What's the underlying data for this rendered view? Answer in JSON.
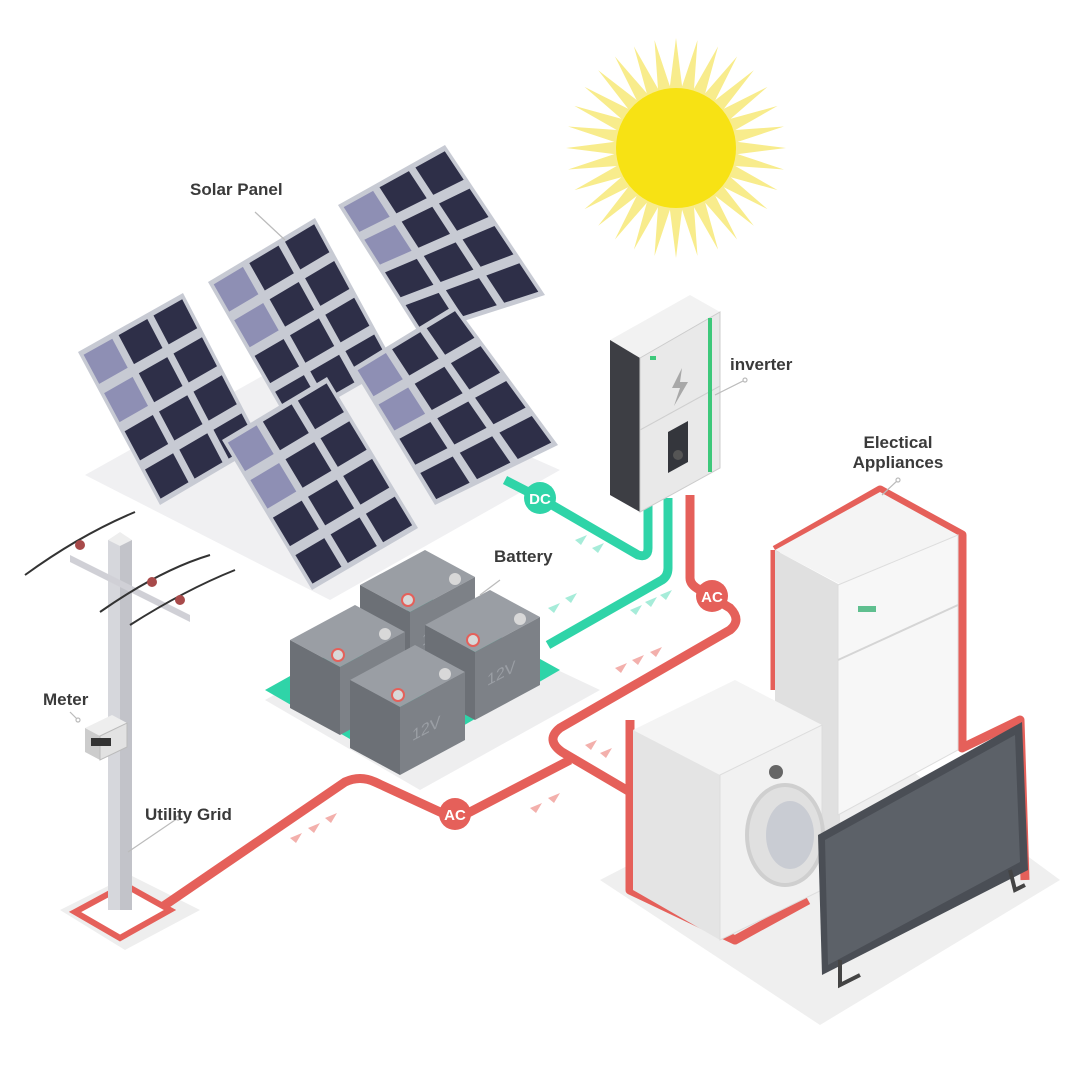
{
  "labels": {
    "solar_panel": "Solar Panel",
    "inverter": "inverter",
    "appliances_line1": "Electical",
    "appliances_line2": "Appliances",
    "battery": "Battery",
    "meter": "Meter",
    "utility_grid": "Utility Grid"
  },
  "badges": {
    "dc": "DC",
    "ac_top": "AC",
    "ac_bottom": "AC"
  },
  "battery_voltage": "12V",
  "colors": {
    "dc_wire": "#2fd4a8",
    "ac_wire": "#e5605a",
    "sun": "#f7e214",
    "sun_rays": "#f8ec8c",
    "panel_cell": "#2e2f48",
    "panel_frame": "#c7cad3"
  }
}
